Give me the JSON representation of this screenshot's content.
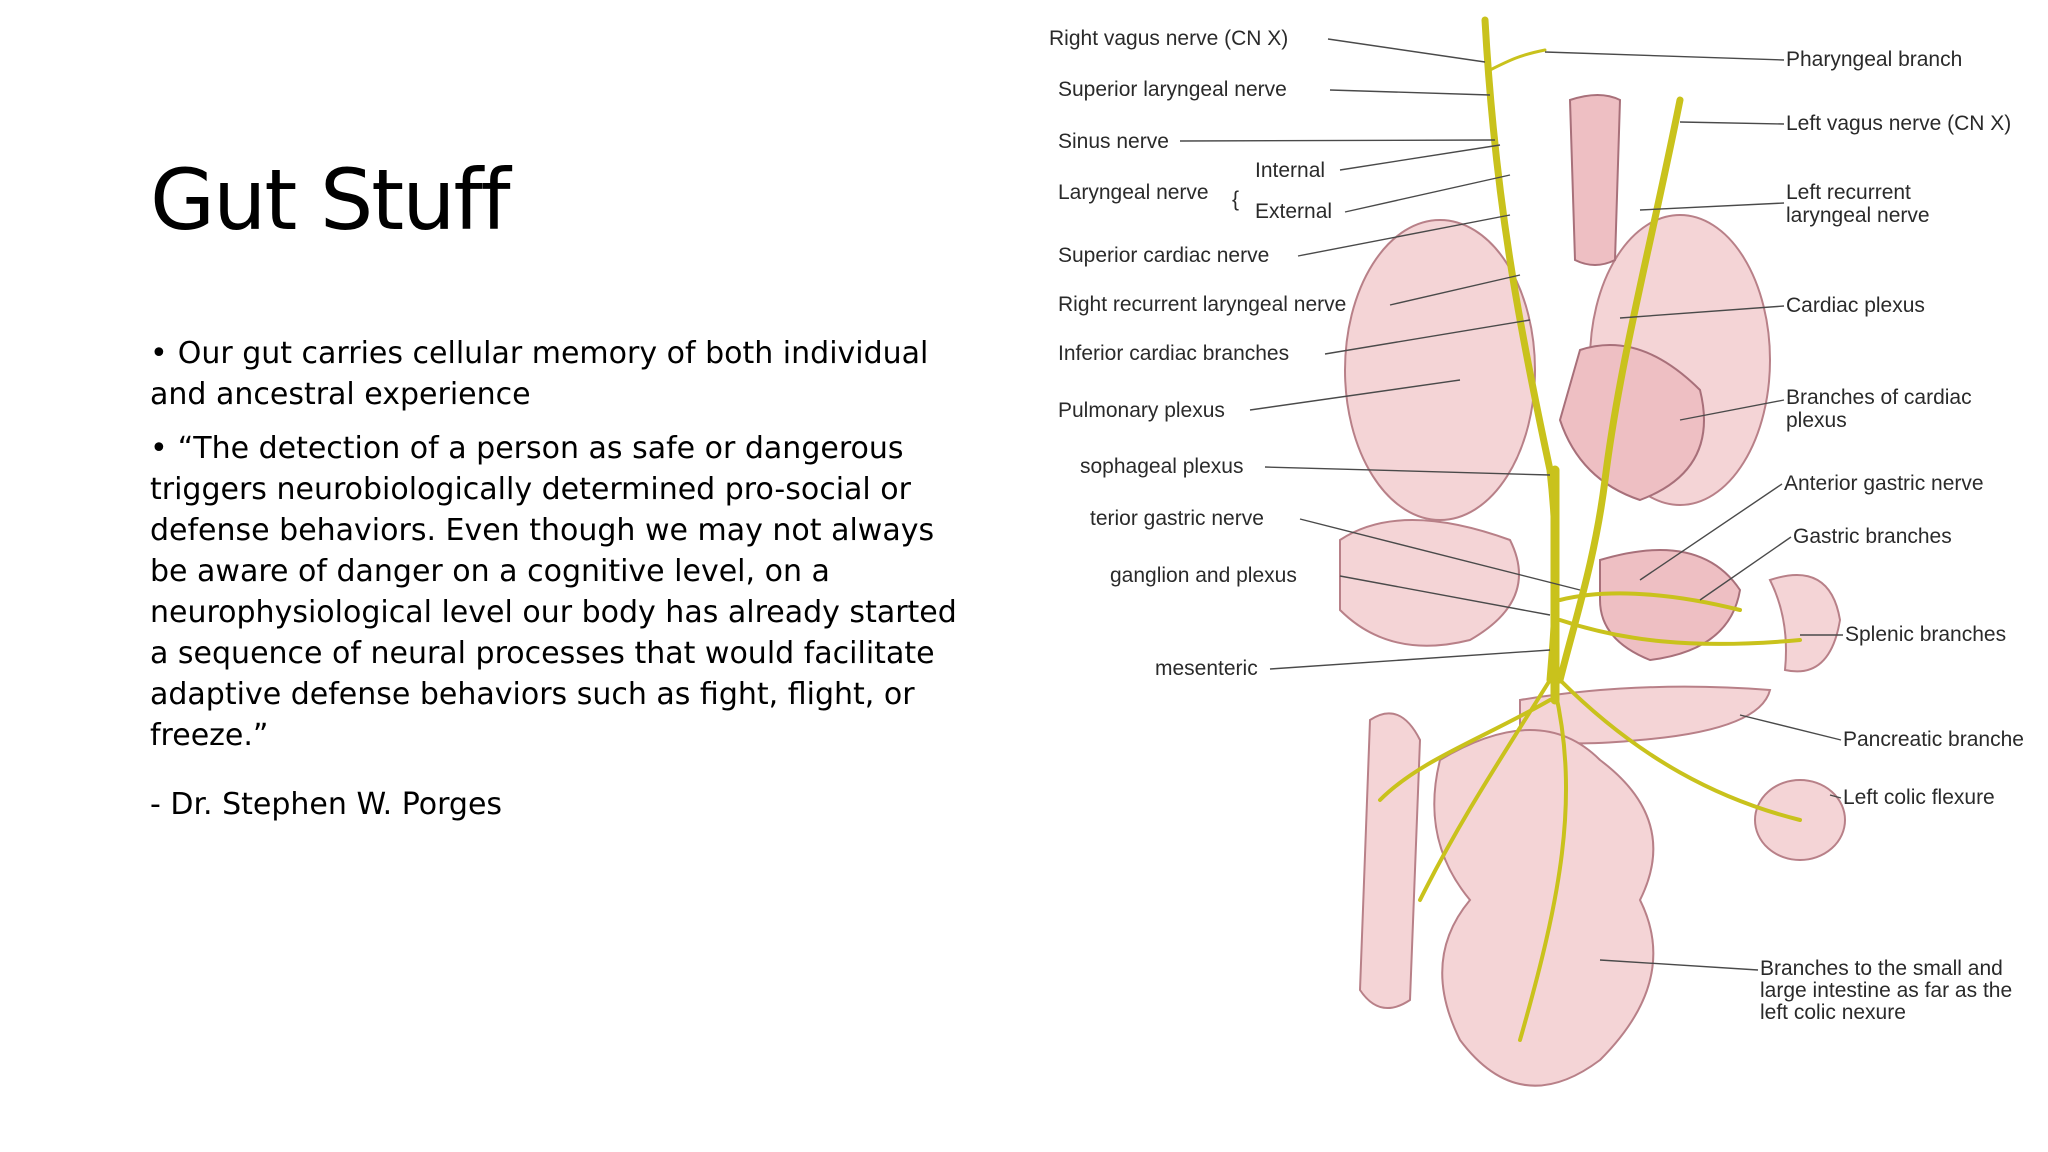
{
  "slide": {
    "title": "Gut Stuff",
    "bullets": [
      "Our gut carries cellular memory of both individual and ancestral experience",
      "“The detection of a person as safe or dangerous triggers neurobiologically determined pro-social or defense behaviors. Even though we may not always be aware of danger on a cognitive level, on a neurophysiological level our body has already started a sequence of neural processes that would facilitate adaptive defense behaviors such as fight, flight, or freeze.”"
    ],
    "attribution": "- Dr. Stephen W. Porges"
  },
  "figure": {
    "left_labels": [
      "Right vagus nerve (CN X)",
      "Superior laryngeal nerve",
      "Sinus nerve",
      "Laryngeal nerve",
      "Internal",
      "External",
      "Superior cardiac nerve",
      "Right recurrent laryngeal nerve",
      "Inferior cardiac branches",
      "Pulmonary plexus",
      "sophageal plexus",
      "terior gastric nerve",
      "ganglion and plexus",
      "mesenteric"
    ],
    "right_labels": [
      "Pharyngeal branch",
      "Left vagus nerve (CN X)",
      "Left recurrent",
      "laryngeal nerve",
      "Cardiac plexus",
      "Branches of cardiac",
      "plexus",
      "Anterior gastric nerve",
      "Gastric branches",
      "Splenic branches",
      "Pancreatic branche",
      "Left colic flexure",
      "Branches to the small and",
      "large intestine as far as the",
      "left colic nexure"
    ],
    "colors": {
      "nerve": "#c9c21c",
      "organ": "#f4d4d6",
      "organ_outline": "#b88088"
    }
  }
}
